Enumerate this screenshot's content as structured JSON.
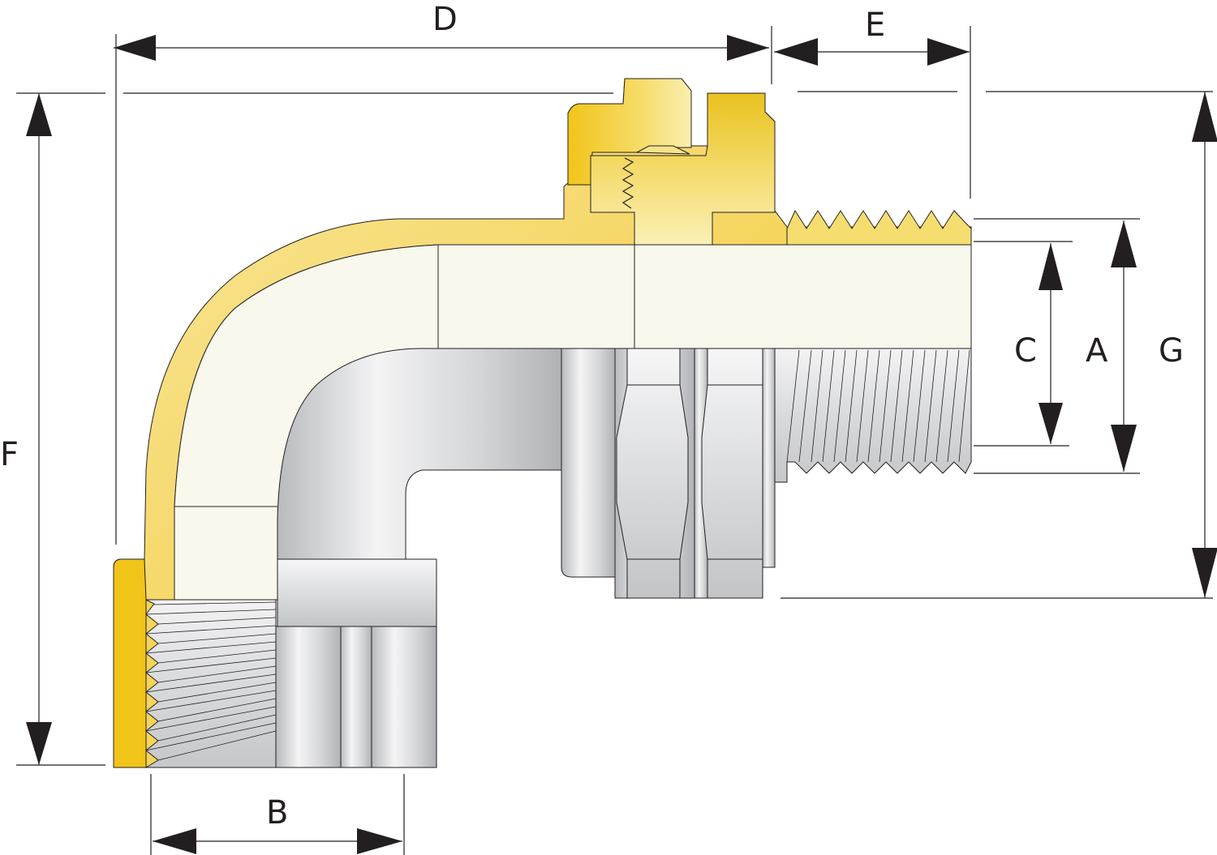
{
  "diagram": {
    "dimensions": {
      "d_label": "D",
      "e_label": "E",
      "f_label": "F",
      "c_label": "C",
      "a_label": "A",
      "g_label": "G",
      "b_label": "B"
    },
    "colors": {
      "brass_light": "#fbf1b4",
      "brass_mid": "#f4d45a",
      "brass_dark": "#f0c419",
      "insulation": "#f8f8ec",
      "metal_light": "#f7f7f7",
      "metal_mid": "#d7d8da",
      "metal_dark": "#a9abae",
      "line": "#231f20"
    }
  }
}
